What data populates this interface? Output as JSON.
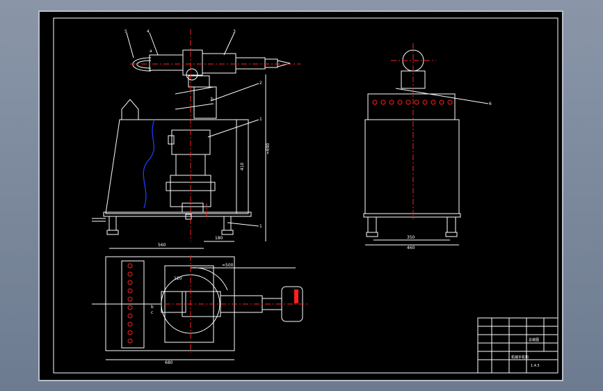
{
  "colors": {
    "background": "#000000",
    "lines": "#ffffff",
    "center_lines": "#ff2020",
    "wire": "#1f3cff",
    "frame_bg": "#7c899c"
  },
  "callouts": [
    "5",
    "4",
    "3",
    "2",
    "1",
    "1",
    "6"
  ],
  "labels": {
    "letter_a": "a",
    "letter_b": "b",
    "letter_c": "c",
    "letter_b2": "b"
  },
  "dimensions": {
    "front_width": "560",
    "front_offset": "180",
    "front_height": "410",
    "total_height": "≈690",
    "side_inner": "350",
    "side_outer": "460",
    "top_length": "680",
    "top_radius": "≈500",
    "top_angle": "120"
  },
  "title_block": {
    "label_1": "机械手机构",
    "label_2": "总装图",
    "label_3": "1:4.5"
  }
}
